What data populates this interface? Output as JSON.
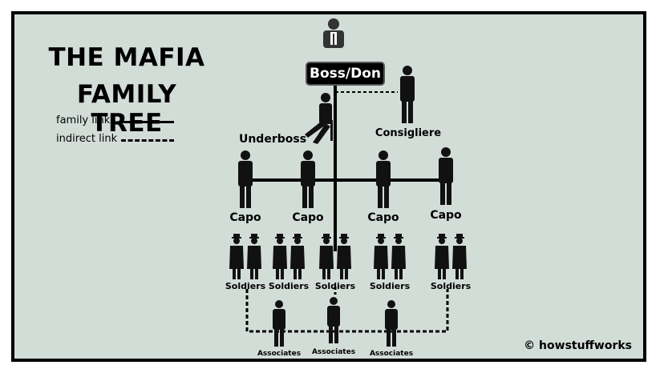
{
  "title": {
    "line1": "THE MAFIA",
    "line2": "FAMILY TREE"
  },
  "legend": {
    "family": "family link",
    "indirect": "indirect link"
  },
  "nodes": {
    "boss": "Boss/Don",
    "underboss": "Underboss",
    "consigliere": "Consigliere",
    "capos": [
      "Capo",
      "Capo",
      "Capo",
      "Capo"
    ],
    "soldiers": [
      "Soldiers",
      "Soldiers",
      "Soldiers",
      "Soldiers",
      "Soldiers"
    ],
    "associates": [
      "Associates",
      "Associates",
      "Associates"
    ]
  },
  "brand": "© howstuffworks",
  "colors": {
    "background": "#d3ddd8",
    "line": "#000000",
    "silhouette": "#111111",
    "boss_box": "#000000"
  }
}
